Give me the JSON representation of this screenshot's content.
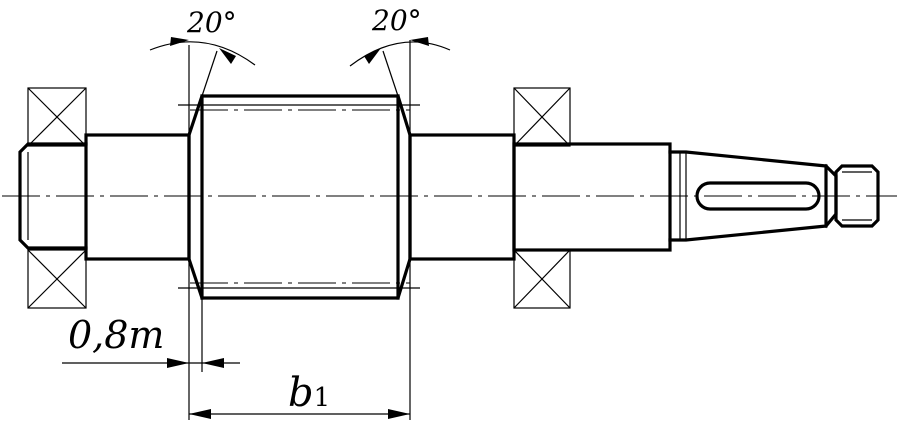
{
  "labels": {
    "angle_left": "20°",
    "angle_right": "20°",
    "chamfer_offset": "0,8m",
    "width_b": "b",
    "width_b_sub": "1"
  }
}
